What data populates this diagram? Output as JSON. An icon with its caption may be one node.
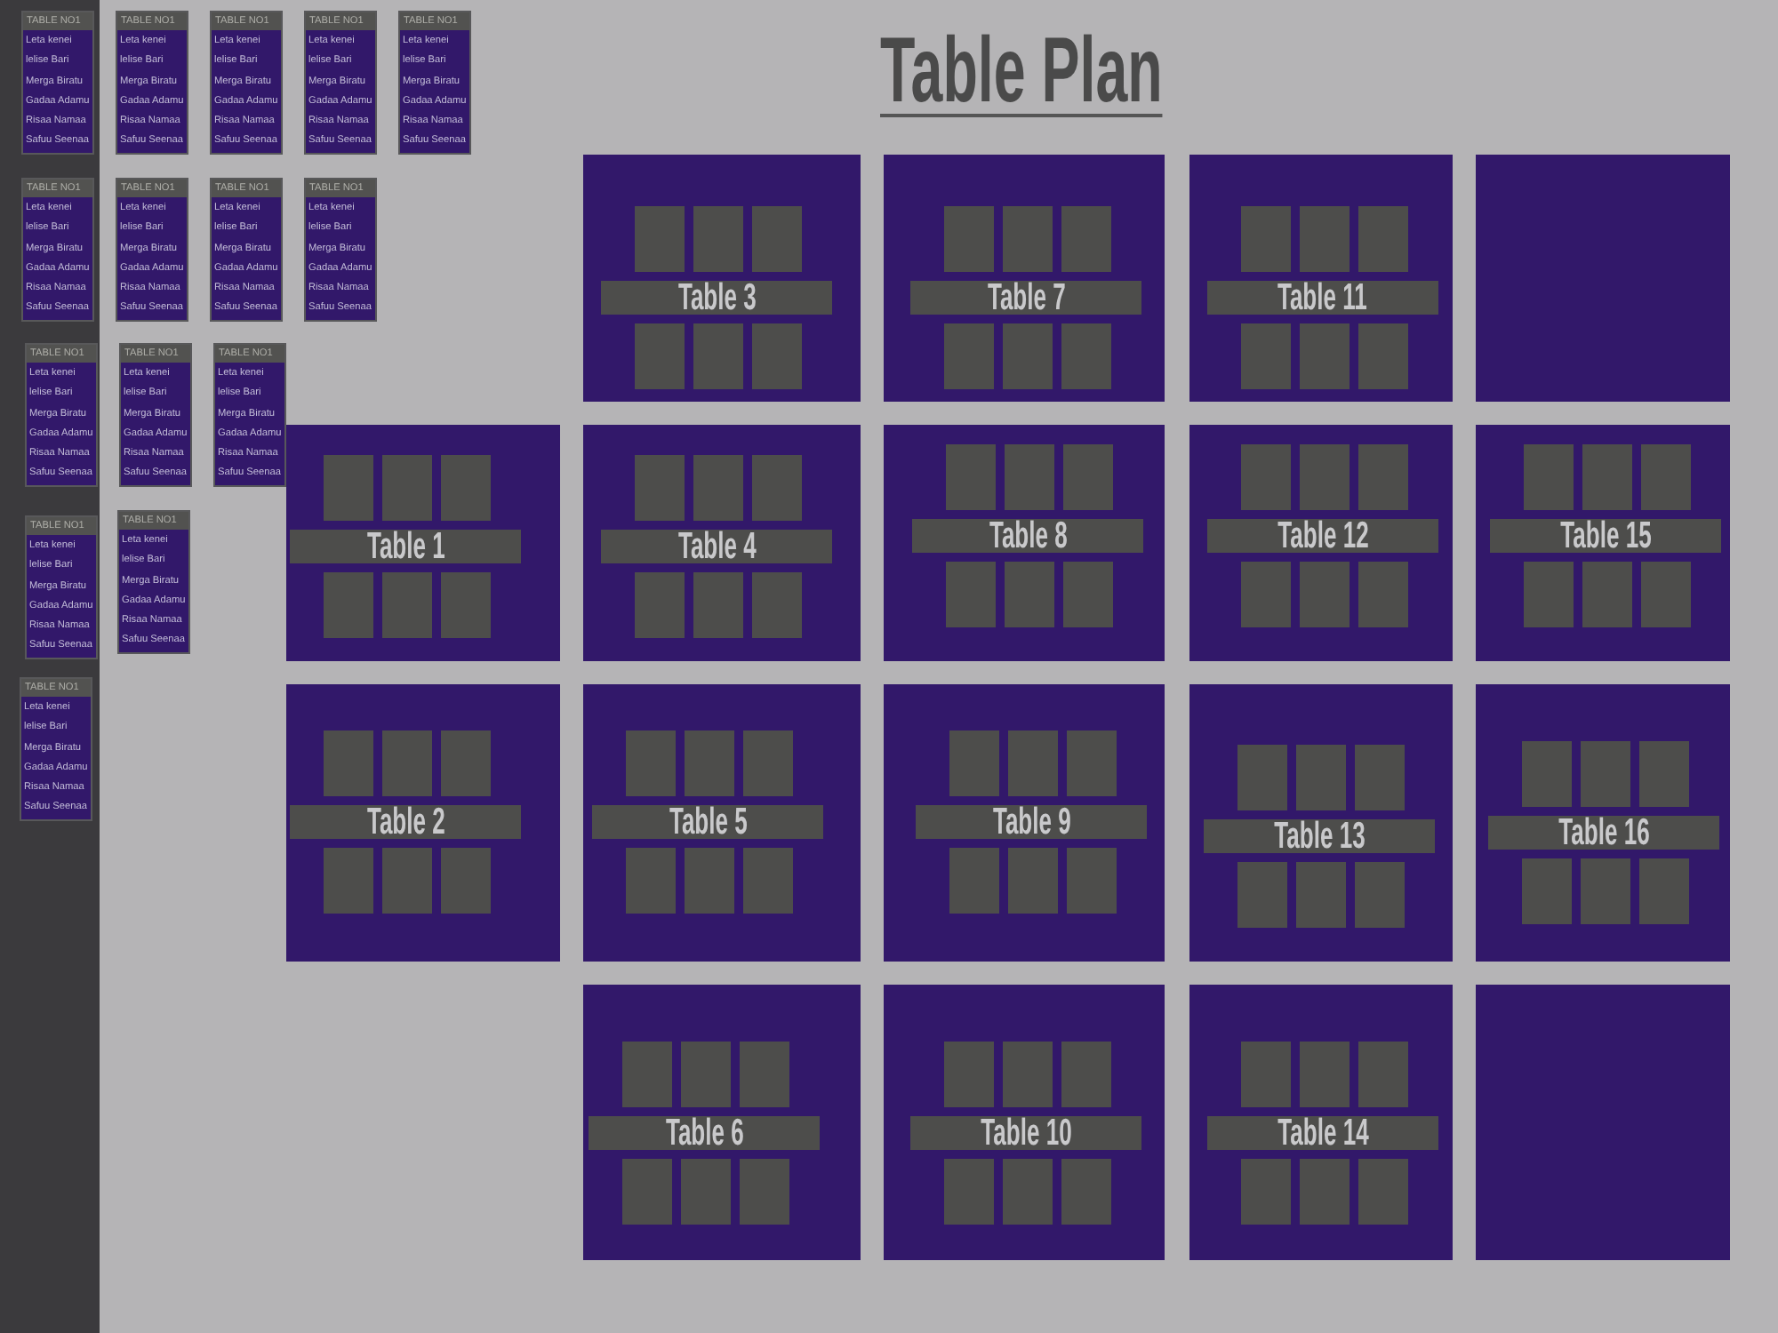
{
  "diagram": {
    "title": "Table Plan",
    "nodes": [
      {
        "text": [
          "TABLE NO1",
          "Leta kenei",
          "lelise Bari",
          "Merga Biratu",
          "Gadaa Adamu",
          "Risaa Namaa",
          "Safuu Seenaa"
        ]
      },
      {
        "text": [
          "TABLE NO1",
          "Leta kenei",
          "lelise Bari",
          "Merga Biratu",
          "Gadaa Adamu",
          "Risaa Namaa",
          "Safuu Seenaa"
        ]
      },
      {
        "text": [
          "TABLE NO1",
          "Leta kenei",
          "lelise Bari",
          "Merga Biratu",
          "Gadaa Adamu",
          "Risaa Namaa",
          "Safuu Seenaa"
        ]
      },
      {
        "text": [
          "TABLE NO1",
          "Leta kenei",
          "lelise Bari",
          "Merga Biratu",
          "Gadaa Adamu",
          "Risaa Namaa",
          "Safuu Seenaa"
        ]
      },
      {
        "text": [
          "TABLE NO1",
          "Leta kenei",
          "lelise Bari",
          "Merga Biratu",
          "Gadaa Adamu",
          "Risaa Namaa",
          "Safuu Seenaa"
        ]
      },
      {
        "text": [
          "TABLE NO1",
          "Leta kenei",
          "lelise Bari",
          "Merga Biratu",
          "Gadaa Adamu",
          "Risaa Namaa",
          "Safuu Seenaa"
        ]
      },
      {
        "text": [
          "TABLE NO1",
          "Leta kenei",
          "lelise Bari",
          "Merga Biratu",
          "Gadaa Adamu",
          "Risaa Namaa",
          "Safuu Seenaa"
        ]
      },
      {
        "text": [
          "TABLE NO1",
          "Leta kenei",
          "lelise Bari",
          "Merga Biratu",
          "Gadaa Adamu",
          "Risaa Namaa",
          "Safuu Seenaa"
        ]
      },
      {
        "text": [
          "TABLE NO1",
          "Leta kenei",
          "lelise Bari",
          "Merga Biratu",
          "Gadaa Adamu",
          "Risaa Namaa",
          "Safuu Seenaa"
        ]
      },
      {
        "text": [
          "TABLE NO1",
          "Leta kenei",
          "lelise Bari",
          "Merga Biratu",
          "Gadaa Adamu",
          "Risaa Namaa",
          "Safuu Seenaa"
        ]
      },
      {
        "text": [
          "TABLE NO1",
          "Leta kenei",
          "lelise Bari",
          "Merga Biratu",
          "Gadaa Adamu",
          "Risaa Namaa",
          "Safuu Seenaa"
        ]
      },
      {
        "text": [
          "TABLE NO1",
          "Leta kenei",
          "lelise Bari",
          "Merga Biratu",
          "Gadaa Adamu",
          "Risaa Namaa",
          "Safuu Seenaa"
        ]
      },
      {
        "text": [
          "TABLE NO1",
          "Leta kenei",
          "lelise Bari",
          "Merga Biratu",
          "Gadaa Adamu",
          "Risaa Namaa",
          "Safuu Seenaa"
        ]
      },
      {
        "text": [
          "TABLE NO1",
          "Leta kenei",
          "lelise Bari",
          "Merga Biratu",
          "Gadaa Adamu",
          "Risaa Namaa",
          "Safuu Seenaa"
        ]
      },
      {
        "text": [
          "TABLE NO1",
          "Leta kenei",
          "lelise Bari",
          "Merga Biratu",
          "Gadaa Adamu",
          "Risaa Namaa",
          "Safuu Seenaa"
        ]
      },
      {
        "text": [
          "Table 3"
        ]
      },
      {
        "text": [
          "Table 7"
        ]
      },
      {
        "text": [
          "Table 11"
        ]
      },
      {
        "text": [],
        "shape": "box"
      },
      {
        "text": [
          "Table 1"
        ]
      },
      {
        "text": [
          "Table 4"
        ]
      },
      {
        "text": [
          "Table 8"
        ]
      },
      {
        "text": [
          "Table 12"
        ]
      },
      {
        "text": [
          "Table 15"
        ]
      },
      {
        "text": [
          "Table 2"
        ]
      },
      {
        "text": [
          "Table 5"
        ]
      },
      {
        "text": [
          "Table 9"
        ]
      },
      {
        "text": [
          "Table 13"
        ]
      },
      {
        "text": [
          "Table 16"
        ]
      },
      {
        "text": [
          "Table 6"
        ]
      },
      {
        "text": [
          "Table 10"
        ]
      },
      {
        "text": [
          "Table 14"
        ]
      },
      {
        "text": [],
        "shape": "box"
      }
    ]
  }
}
